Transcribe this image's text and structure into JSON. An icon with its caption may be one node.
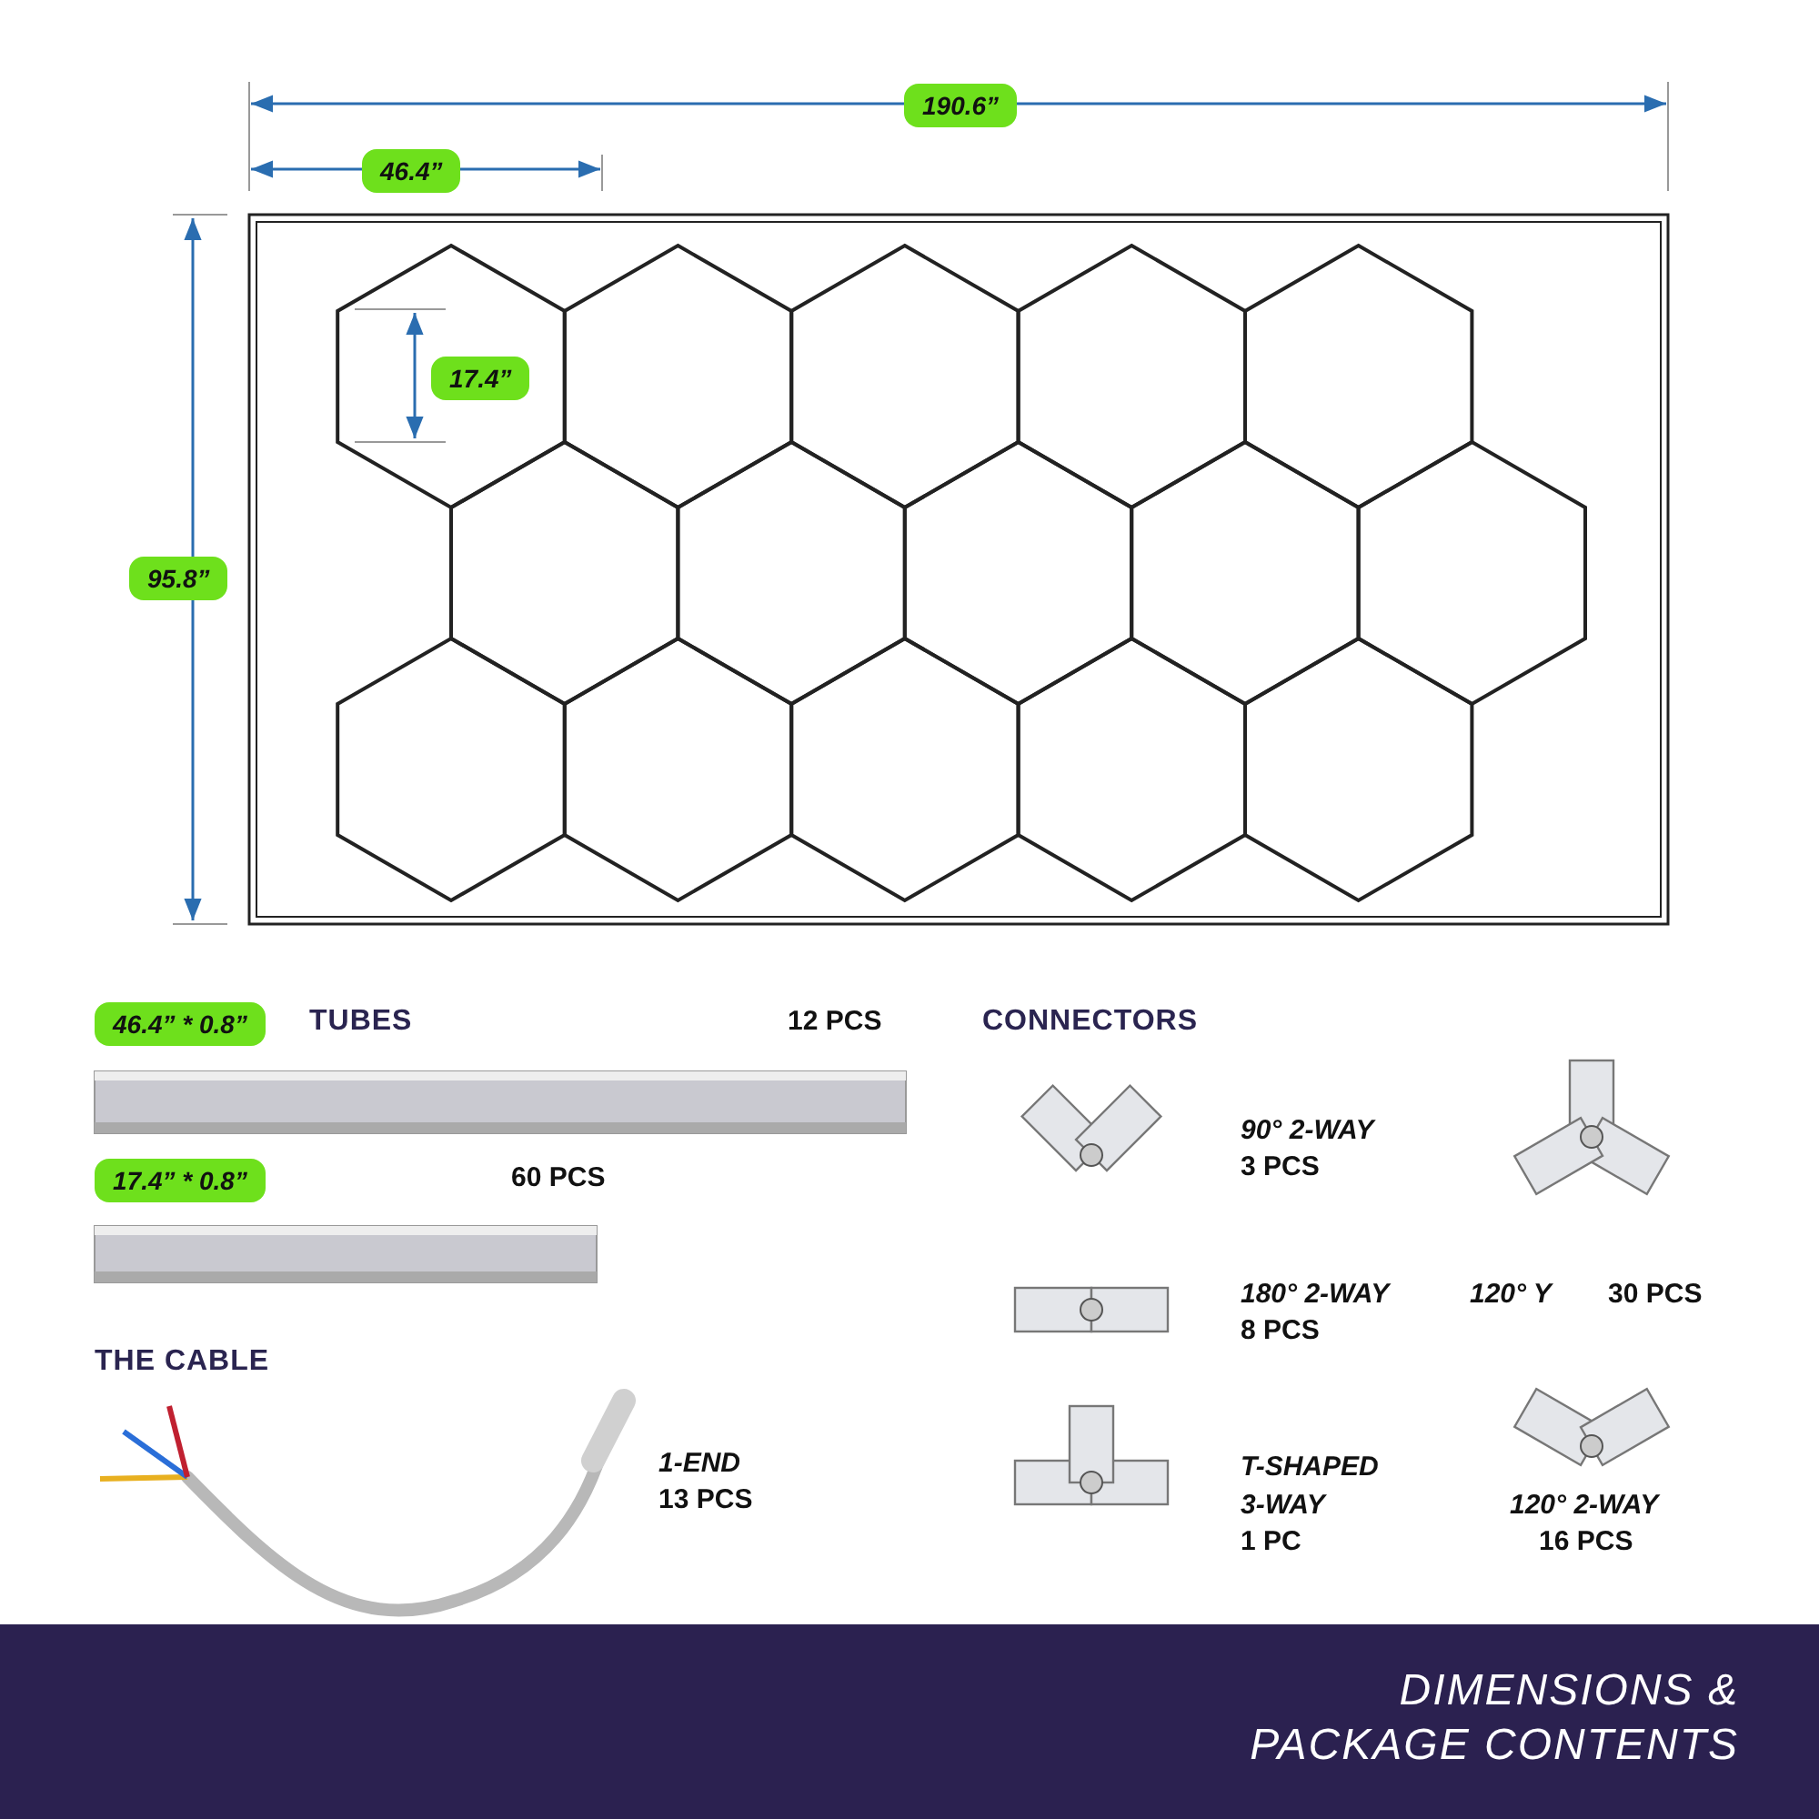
{
  "diagram": {
    "title": "DIMENSIONS & PACKAGE CONTENTS",
    "labels": [
      "190.6”",
      "46.4”",
      "17.4”",
      "95.8”",
      "46.4” * 0.8”",
      "TUBES",
      "12 PCS",
      "CONNECTORS",
      "17.4” * 0.8”",
      "60 PCS",
      "90° 2-WAY",
      "3 PCS",
      "180° 2-WAY",
      "8 PCS",
      "120° Y",
      "30 PCS",
      "THE CABLE",
      "1-END",
      "13 PCS",
      "T-SHAPED 3-WAY",
      "1 PC",
      "120° 2-WAY",
      "16 PCS"
    ]
  }
}
